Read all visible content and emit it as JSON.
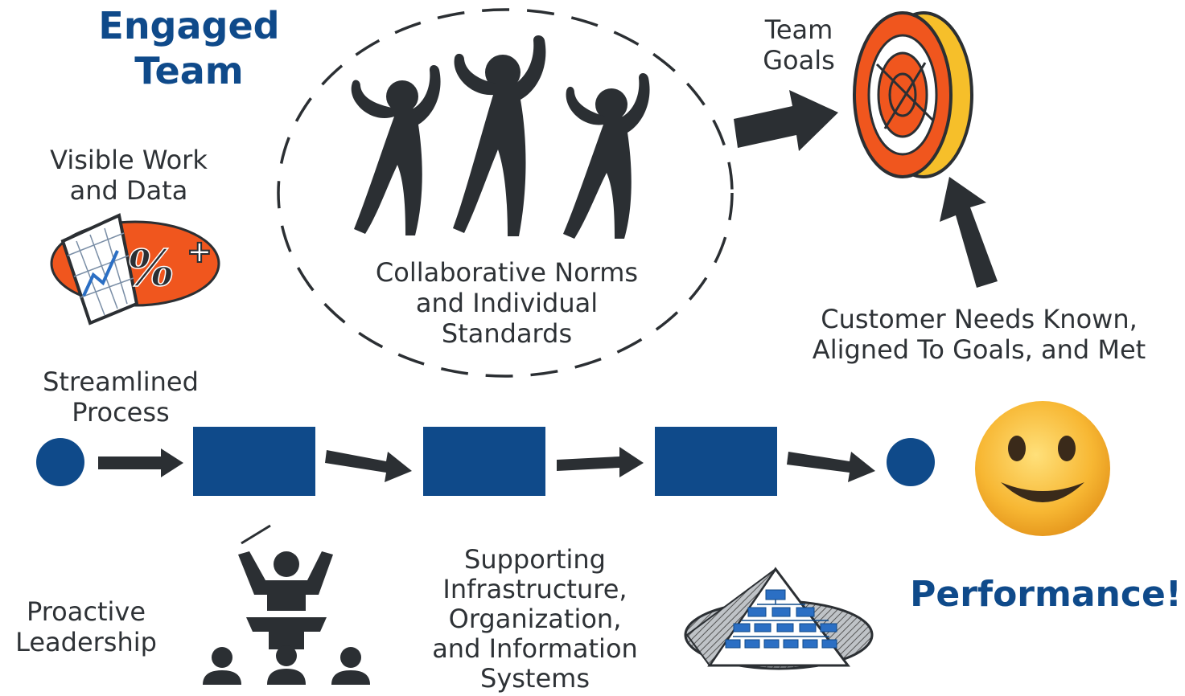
{
  "title": "Engaged\nTeam",
  "result": "Performance!",
  "labels": {
    "visible_work": "Visible Work\nand Data",
    "streamlined": "Streamlined\nProcess",
    "collaborative": "Collaborative Norms\nand Individual\nStandards",
    "team_goals": "Team\nGoals",
    "customer": "Customer Needs Known,\nAligned To Goals, and Met",
    "supporting": "Supporting\nInfrastructure,\nOrganization,\nand Information\nSystems",
    "proactive": "Proactive\nLeadership"
  },
  "icons": [
    "chart-percent-icon",
    "team-figures-icon",
    "target-icon",
    "smiley-icon",
    "conductor-icon",
    "org-pyramid-icon"
  ],
  "colors": {
    "brand_blue": "#0f4a8a",
    "dark": "#2b2f33",
    "target_orange": "#f0561e",
    "target_yellow": "#f6bf2a",
    "smiley_yellow": "#f7b733"
  }
}
